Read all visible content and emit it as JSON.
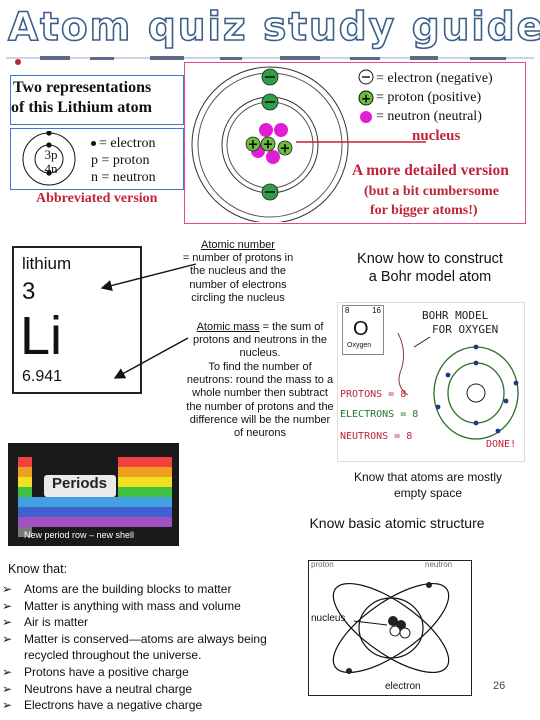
{
  "title": "Atom quiz study guide",
  "representations": {
    "heading_line1": "Two representations",
    "heading_line2": "of this Lithium atom",
    "abbrev_nucleus_p": "3p",
    "abbrev_nucleus_n": "4n",
    "abbrev_legend": [
      "= electron",
      "p = proton",
      "n = neutron"
    ],
    "abbrev_caption": "Abbreviated version",
    "detailed_legend": [
      "= electron (negative)",
      "= proton (positive)",
      "= neutron (neutral)"
    ],
    "nucleus_label": "nucleus",
    "detailed_caption_1": "A more detailed version",
    "detailed_caption_2": "(but a bit cumbersome",
    "detailed_caption_3": "for bigger atoms!)"
  },
  "element_tile": {
    "name": "lithium",
    "number": "3",
    "symbol": "Li",
    "mass": "6.941"
  },
  "atomic_number": {
    "term": "Atomic number",
    "definition": "= number of protons in the nucleus and the number of electrons circling the nucleus"
  },
  "atomic_mass": {
    "term": "Atomic mass",
    "definition": " = the sum of protons and neutrons in the nucleus.",
    "neutrons_tip": "To find the number of neutrons: round the mass to a whole number then subtract the number of protons and the difference will be the number of neurons"
  },
  "bohr": {
    "heading_line1": "Know how to construct",
    "heading_line2": "a Bohr model atom",
    "card_number": "8",
    "card_mass": "16",
    "card_symbol": "O",
    "card_name": "Oxygen",
    "title_line1": "BOHR MODEL",
    "title_line2": "FOR OXYGEN",
    "protons": "PROTONS = 8",
    "electrons": "ELECTRONS = 8",
    "neutrons": "NEUTRONS = 8",
    "done": "DONE!"
  },
  "periods": {
    "title": "Periods",
    "caption": "New period row – new shell"
  },
  "empty_space": {
    "line1": "Know that atoms are mostly",
    "line2": "empty space"
  },
  "structure_heading": "Know basic atomic structure",
  "know_that": {
    "heading": "Know that:",
    "items": [
      "Atoms are the building blocks to matter",
      "Matter is anything with mass and volume",
      "Air is matter",
      "Matter is conserved—atoms are always being recycled throughout the universe.",
      "Protons have a positive charge",
      "Neutrons have a neutral charge",
      "Electrons have a negative charge"
    ]
  },
  "diagram": {
    "label_nucleus": "nucleus",
    "label_electron": "electron",
    "label_top_left": "proton",
    "label_top_right": "neutron"
  },
  "page_number": "26",
  "colors": {
    "title_outline": "#3a5f8a",
    "accent_red": "#c0243a",
    "pink_box": "#e24a8b",
    "blue_box": "#3f7ad0",
    "proton_green": "#6bbf3a",
    "neutron_magenta": "#e01fd4",
    "electron_green": "#2e9e4a"
  }
}
